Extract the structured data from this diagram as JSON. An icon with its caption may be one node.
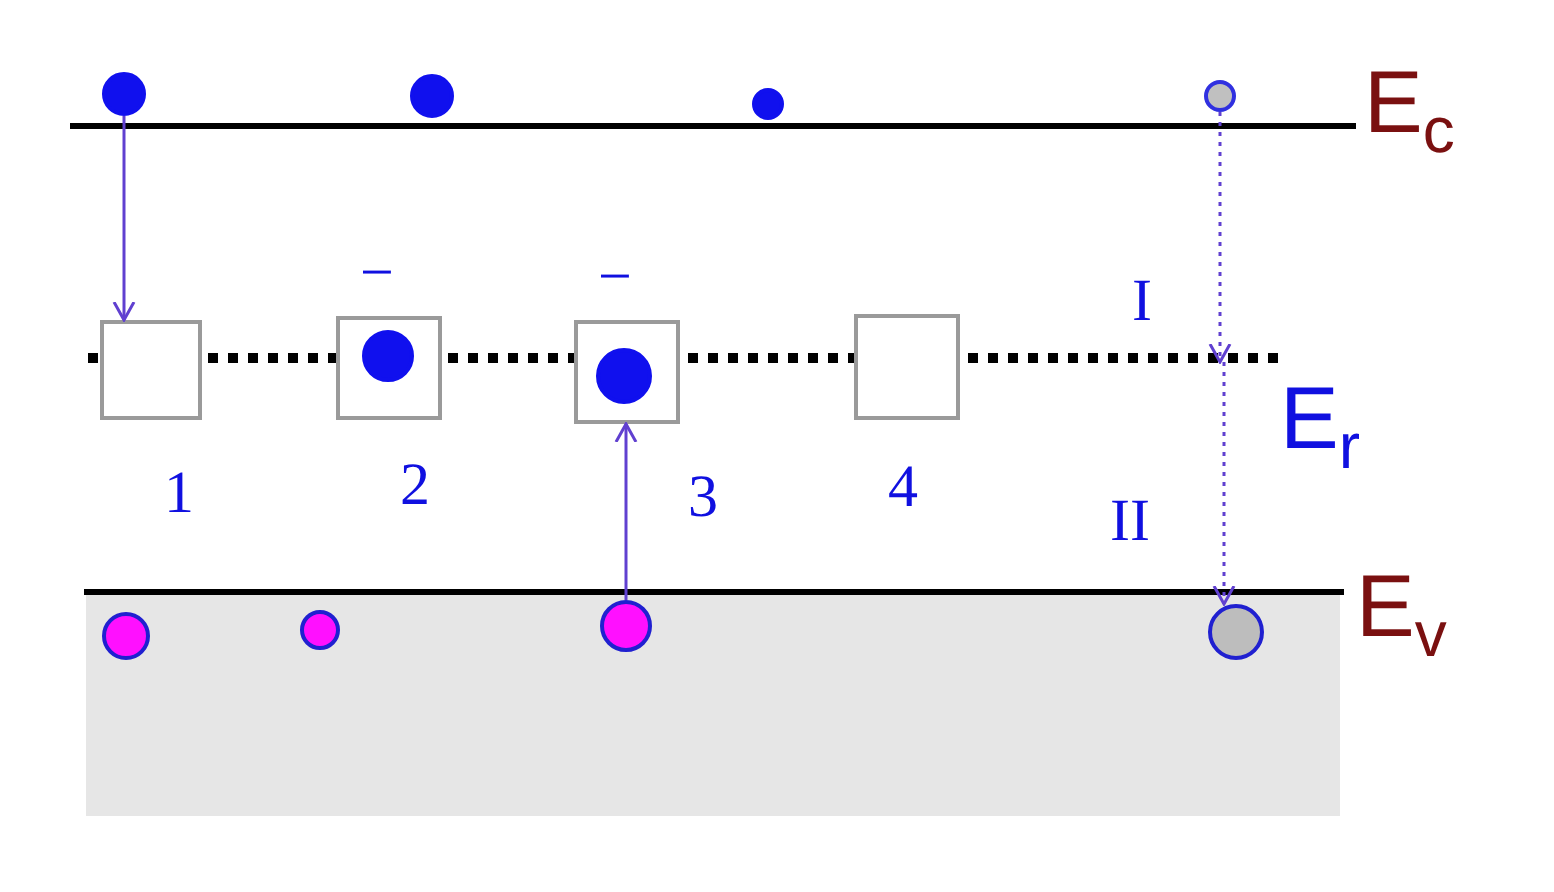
{
  "diagram": {
    "nodes": [
      {
        "text": [],
        "shape": "circle"
      },
      {
        "text": [],
        "shape": "circle"
      },
      {
        "text": [],
        "shape": "circle"
      },
      {
        "text": [],
        "shape": "circle"
      },
      {
        "text": [],
        "shape": "box",
        "beside": [
          "1"
        ]
      },
      {
        "text": [],
        "shape": "box",
        "beside": [
          "−",
          "2"
        ]
      },
      {
        "text": [],
        "shape": "circle",
        "in": 5
      },
      {
        "text": [],
        "shape": "box",
        "beside": [
          "−",
          "3"
        ]
      },
      {
        "text": [],
        "shape": "circle",
        "in": 7
      },
      {
        "text": [],
        "shape": "box",
        "beside": [
          "4"
        ]
      },
      {
        "text": [],
        "shape": "circle"
      },
      {
        "text": [],
        "shape": "circle"
      },
      {
        "text": [],
        "shape": "circle"
      },
      {
        "text": [],
        "shape": "circle"
      }
    ],
    "edges": [
      {
        "from": 0,
        "to": 4,
        "arrow": "to"
      },
      {
        "from": 12,
        "to": 7,
        "arrow": "to"
      },
      {
        "from": 3,
        "to": null,
        "arrow": "to",
        "style": "dashed",
        "label": "I"
      },
      {
        "from": null,
        "to": 13,
        "arrow": "to",
        "style": "dashed",
        "label": "II"
      }
    ],
    "labels": [
      "E$_{c}$",
      "E$_{r}$",
      "E$_{v}$"
    ]
  }
}
